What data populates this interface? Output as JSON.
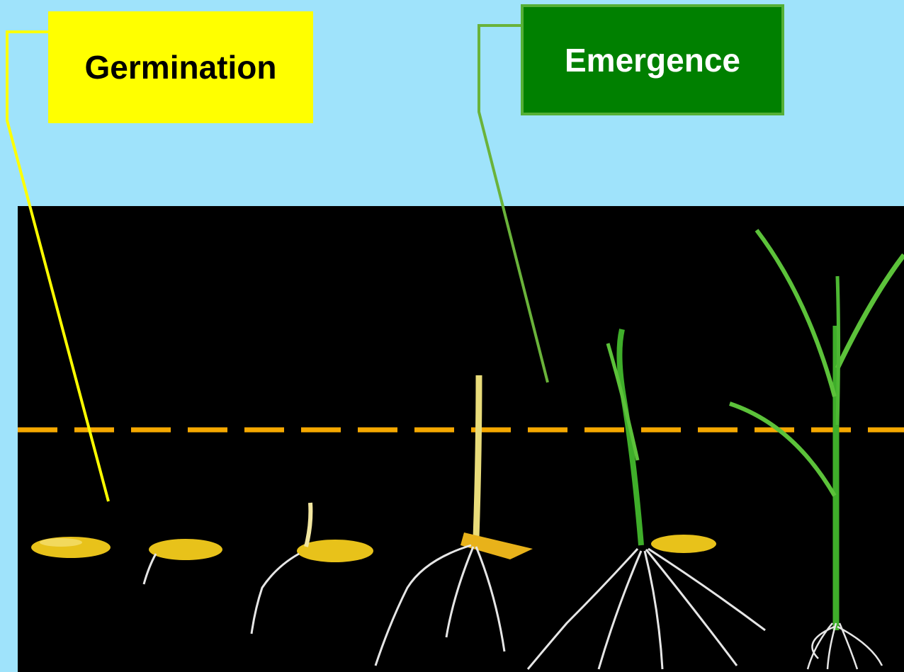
{
  "labels": {
    "germination": "Germination",
    "emergence": "Emergence"
  },
  "colors": {
    "sky": "#9fe3fb",
    "germination_box": "#ffff00",
    "germination_text": "#000000",
    "germination_line": "#ffff00",
    "emergence_box": "#008000",
    "emergence_border": "#55b035",
    "emergence_text": "#ffffff",
    "emergence_line": "#6ab33a",
    "soil_line": "#f5a800",
    "seed": "#e8c21a",
    "shoot_green": "#3fae2a",
    "root": "#e6e6e6"
  },
  "stages": [
    "dry-seed",
    "radicle-emerging",
    "coleoptile-emerging",
    "coleoptile-elongated",
    "seedling-emerged",
    "young-plant"
  ]
}
